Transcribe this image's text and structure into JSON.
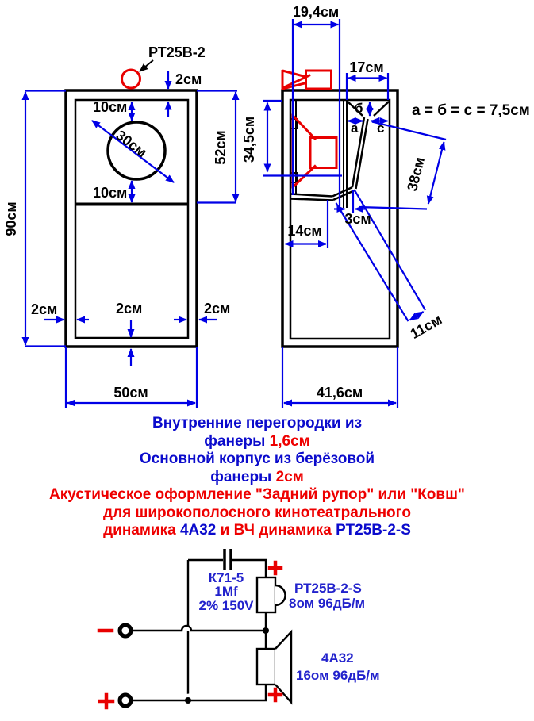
{
  "colors": {
    "dimension_blue": "#0000e6",
    "drawing_red": "#e80000",
    "note_blue": "#0b0bcc",
    "note_red": "#ee0000",
    "schematic_label_blue": "#2222cc",
    "line_black": "#000000"
  },
  "front_view": {
    "tweeter_label": "РТ25В-2",
    "dims": {
      "top_board": "2см",
      "hole_top_offset": "10см",
      "hole_diameter": "30см",
      "hole_bottom_offset": "10см",
      "upper_section_height": "52см",
      "total_height": "90см",
      "left_wall": "2см",
      "bottom_board": "2см",
      "right_wall": "2см",
      "width": "50см"
    }
  },
  "side_view": {
    "dims": {
      "top_depth": "19,4см",
      "rear_top_width": "17см",
      "b": "б",
      "a": "а",
      "c": "с",
      "abc_note": "а = б = с = 7,5см",
      "board_length": "38см",
      "front_opening_height": "34,5см",
      "shelf_depth": "14см",
      "slot_gap": "3см",
      "mouth_gap": "11см",
      "total_depth": "41,6см"
    }
  },
  "notes": {
    "l1": "Внутренние перегородки из",
    "l2a": "фанеры ",
    "l2b": "1,6см",
    "l3": "Основной корпус из берёзовой",
    "l4a": "фанеры ",
    "l4b": "2см",
    "l5": "Акустическое оформление \"Задний рупор\" или \"Ковш\"",
    "l6": "для широкополосного кинотеатрального",
    "l7a": "динамика ",
    "l7b": "4А32",
    "l7c": " и ВЧ динамика ",
    "l7d": "РТ25В-2-S"
  },
  "schematic": {
    "capacitor": {
      "l1": "К71-5",
      "l2": "1Mf",
      "l3": "2% 150V"
    },
    "tweeter": {
      "name": "РТ25В-2-S",
      "spec": "8ом 96дБ/м",
      "polarity": "+"
    },
    "woofer": {
      "name": "4А32",
      "spec": "16ом 96дБ/м",
      "polarity": "+"
    },
    "terminals": {
      "minus": "−",
      "plus": "+"
    }
  }
}
